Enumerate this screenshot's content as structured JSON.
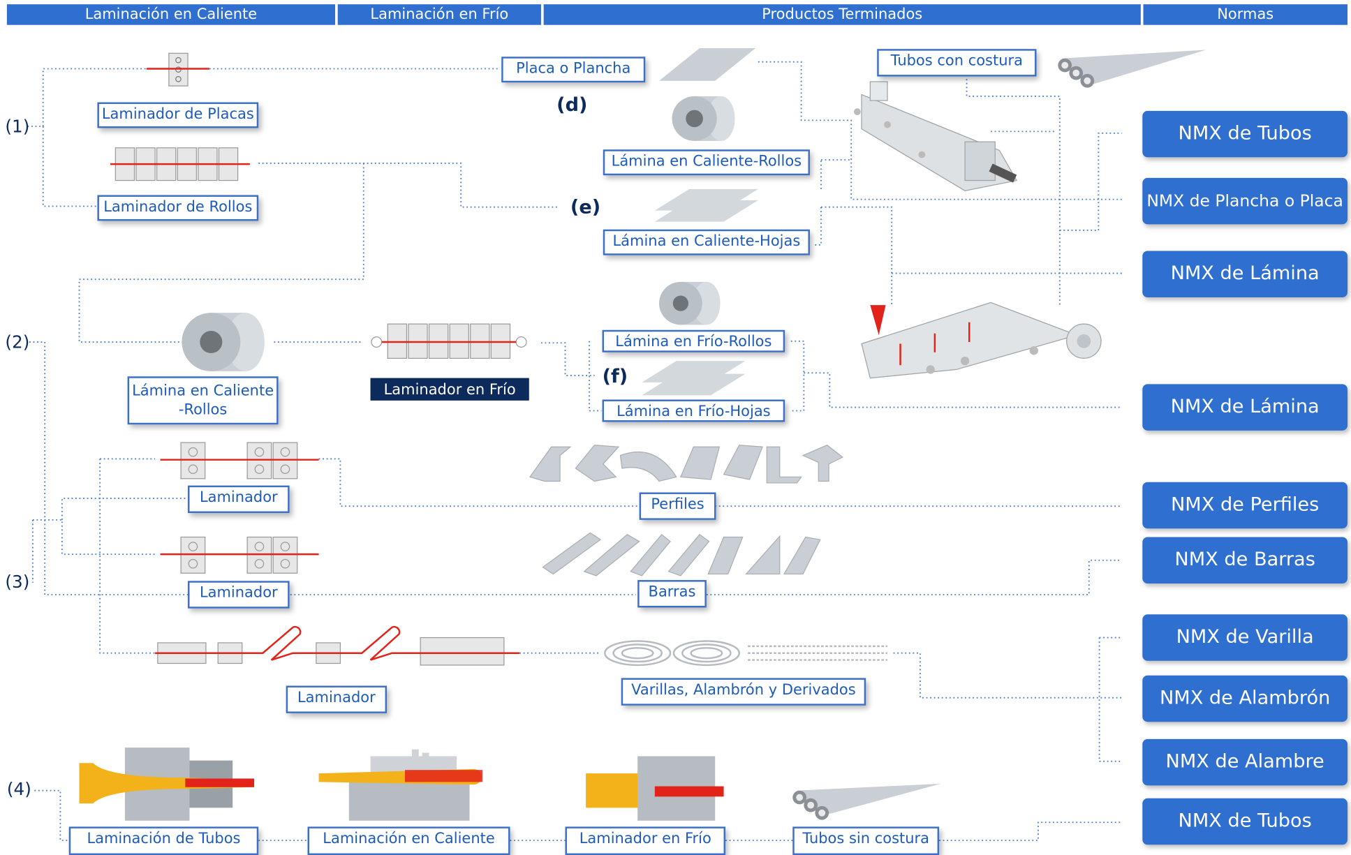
{
  "headers": [
    "Laminación en Caliente",
    "Laminación en Frío",
    "Productos Terminados",
    "Normas"
  ],
  "step_numbers": [
    "(1)",
    "(2)",
    "(3)",
    "(4)"
  ],
  "letters": [
    "(d)",
    "(e)",
    "(f)"
  ],
  "boxes": {
    "laminador_placas": "Laminador de Placas",
    "laminador_rollos": "Laminador de Rollos",
    "lamina_caliente_rollos_src_1": "Lámina en Caliente",
    "lamina_caliente_rollos_src_2": "-Rollos",
    "laminador_frio": "Laminador en Frío",
    "laminador_a": "Laminador",
    "laminador_b": "Laminador",
    "laminador_c": "Laminador",
    "placa_plancha": "Placa o Plancha",
    "lamina_caliente_rollos": "Lámina en Caliente-Rollos",
    "lamina_caliente_hojas": "Lámina en Caliente-Hojas",
    "lamina_frio_rollos": "Lámina en Frío-Rollos",
    "lamina_frio_hojas": "Lámina en Frío-Hojas",
    "tubos_costura": "Tubos con costura",
    "perfiles": "Perfiles",
    "barras": "Barras",
    "varillas": "Varillas, Alambrón y Derivados",
    "lam_tubos": "Laminación de Tubos",
    "lam_caliente": "Laminación en Caliente",
    "lam_frio": "Laminador en Frío",
    "tubos_sin_costura": "Tubos sin costura"
  },
  "normas": [
    "NMX de Tubos",
    "NMX de Plancha o Placa",
    "NMX de Lámina",
    "NMX de Lámina",
    "NMX de Perfiles",
    "NMX de Barras",
    "NMX de Varilla",
    "NMX de Alambrón",
    "NMX de Alambre",
    "NMX de Tubos"
  ],
  "colors": {
    "header_blue": "#2e6fd0",
    "box_border": "#3c70c8",
    "box_text": "#1d5bb8",
    "dark_navy": "#0d2a5c",
    "roll_line": "#e2231a",
    "dotted_line": "#4a7ed0",
    "product_gray": "#c9cfd4"
  }
}
